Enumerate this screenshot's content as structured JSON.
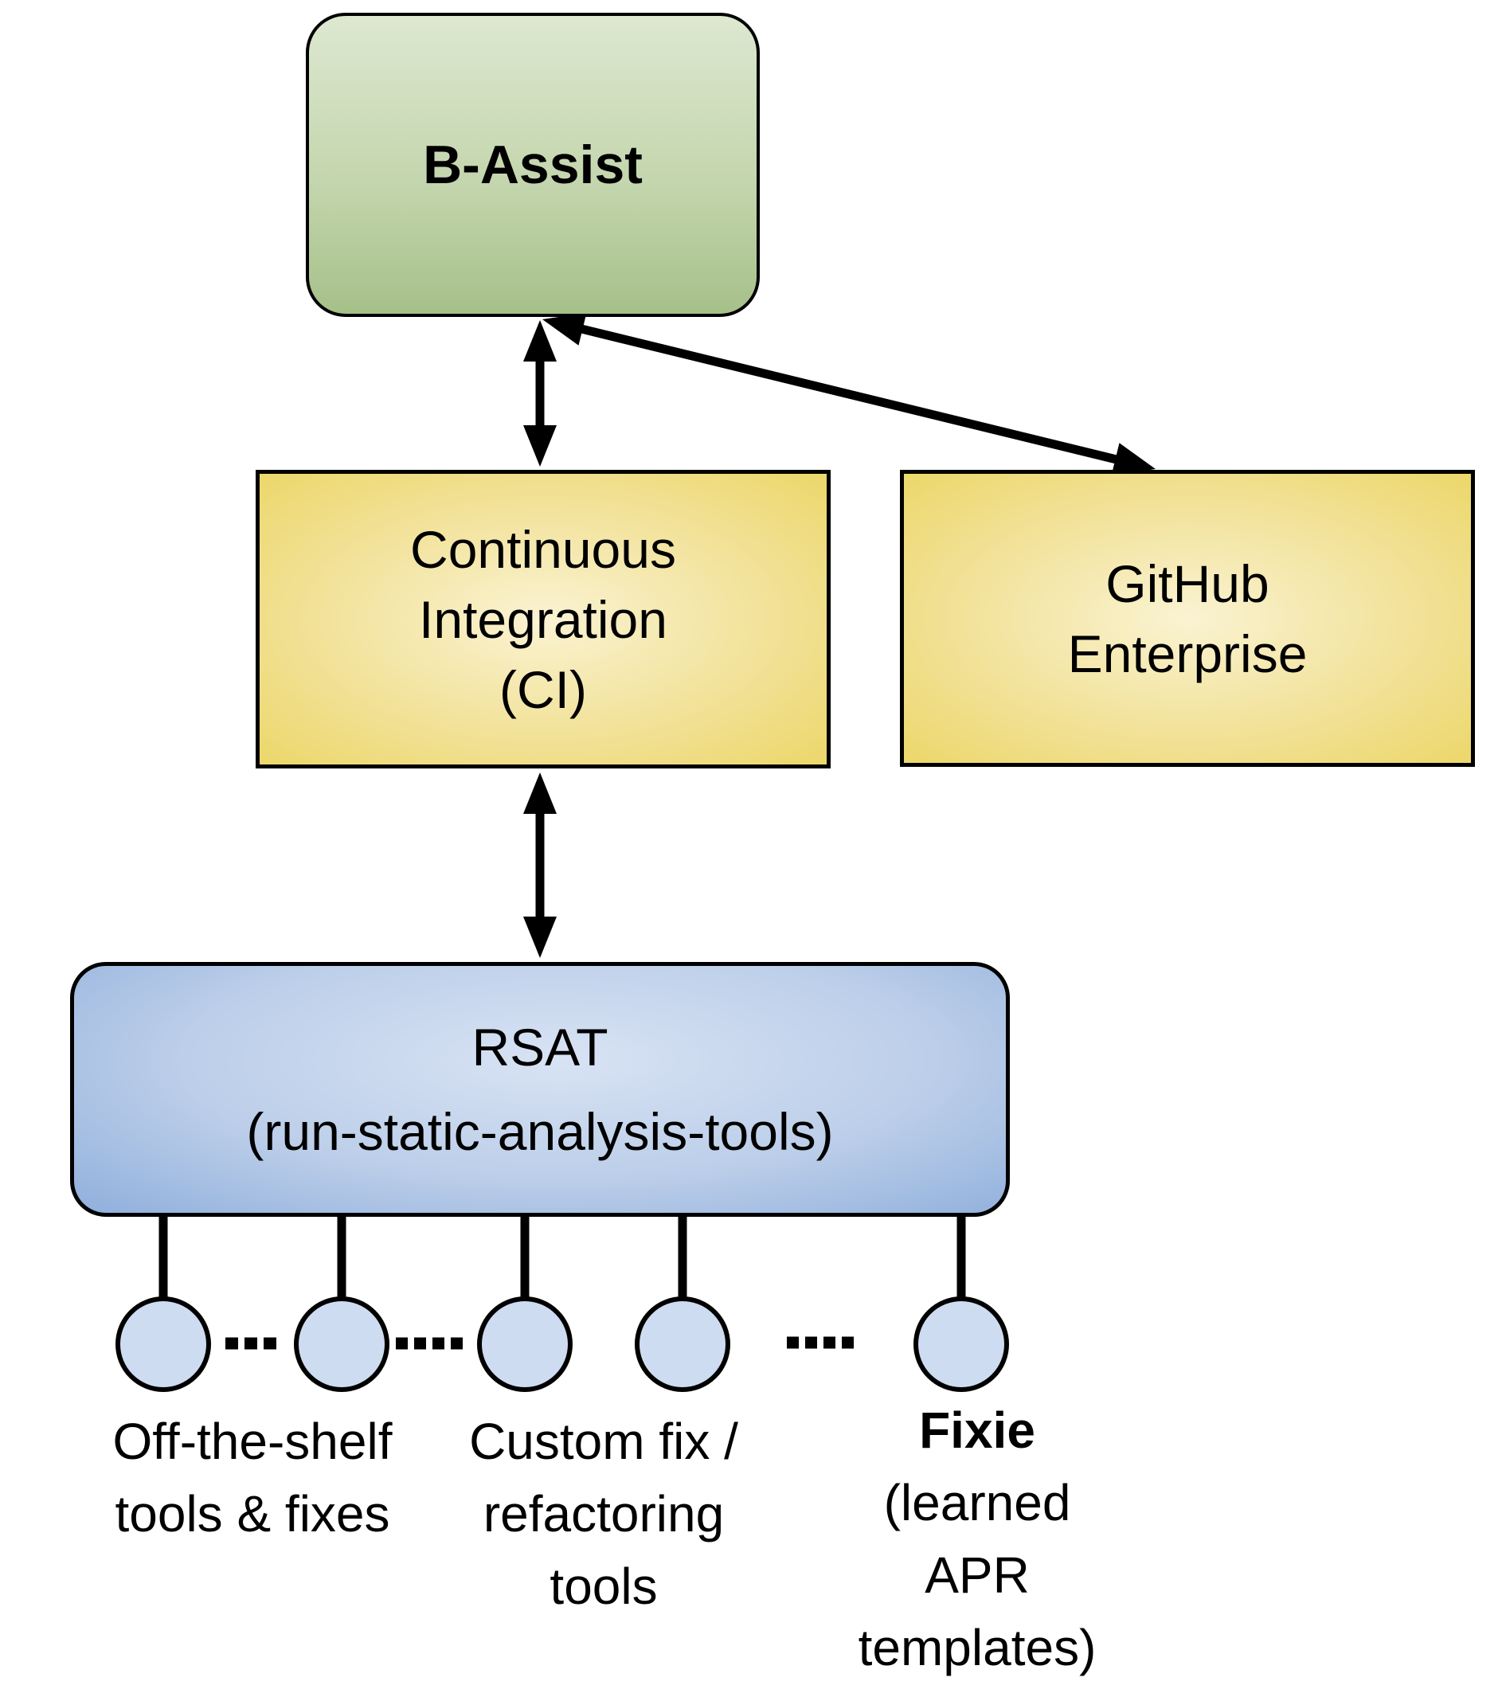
{
  "diagram": {
    "nodes": {
      "b_assist": {
        "label": "B-Assist"
      },
      "ci": {
        "lines": [
          "Continuous",
          "Integration",
          "(CI)"
        ]
      },
      "github": {
        "lines": [
          "GitHub",
          "Enterprise"
        ]
      },
      "rsat": {
        "lines": [
          "RSAT",
          "(run-static-analysis-tools)"
        ]
      }
    },
    "edges": [
      {
        "from": "b_assist",
        "to": "ci",
        "style": "double-arrow"
      },
      {
        "from": "b_assist",
        "to": "github",
        "style": "double-arrow"
      },
      {
        "from": "ci",
        "to": "rsat",
        "style": "double-arrow"
      }
    ],
    "tools": {
      "circle_count": 5,
      "ellipsis_groups": [
        "...",
        "....",
        "...."
      ],
      "labels": [
        {
          "lines": [
            "Off-the-shelf",
            "tools & fixes"
          ],
          "emphasis": "none"
        },
        {
          "lines": [
            "Custom fix /",
            "refactoring",
            "tools"
          ],
          "emphasis": "none"
        },
        {
          "lines": [
            "Fixie",
            "(learned",
            "APR",
            "templates)"
          ],
          "emphasis": "first-line-bold"
        }
      ]
    },
    "colors": {
      "green_top": "#dde8d0",
      "green_bottom": "#a6c089",
      "yellow_center": "#faf3d2",
      "yellow_edge": "#ecd76a",
      "blue_center": "#d8e3f4",
      "blue_edge": "#8fafdc",
      "circle_fill": "#cedcf2",
      "stroke": "#000000"
    }
  }
}
